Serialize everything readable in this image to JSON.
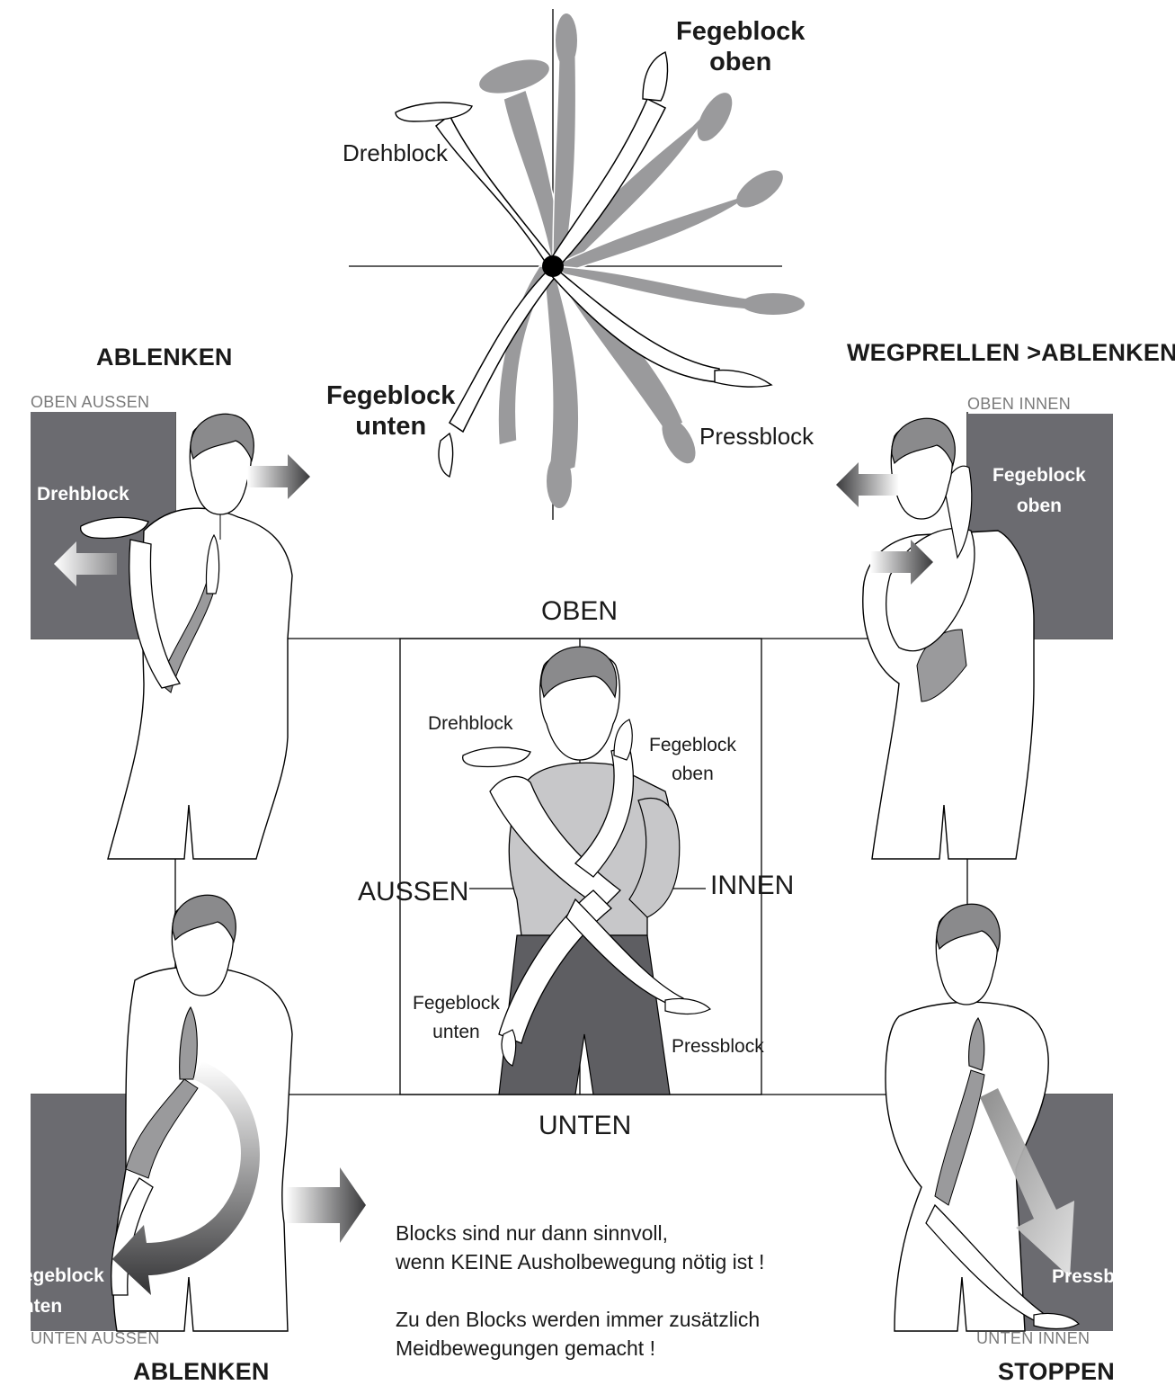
{
  "top_wheel": {
    "fegeblock_oben": [
      "Fegeblock",
      "oben"
    ],
    "drehblock": "Drehblock",
    "fegeblock_unten": [
      "Fegeblock",
      "unten"
    ],
    "pressblock": "Pressblock"
  },
  "headings": {
    "top_left": "ABLENKEN",
    "top_right": "WEGPRELLEN >ABLENKEN",
    "bottom_left": "ABLENKEN",
    "bottom_right": "STOPPEN"
  },
  "quadrants": {
    "oben_aussen": "OBEN AUSSEN",
    "oben_innen": "OBEN INNEN",
    "unten_aussen": "UNTEN AUSSEN",
    "unten_innen": "UNTEN INNEN"
  },
  "panel_labels": {
    "tl_drehblock": "Drehblock",
    "tr_fegeblock_oben": [
      "Fegeblock",
      "oben"
    ],
    "bl_fegeblock_unten": [
      "Fegeblock",
      "unten"
    ],
    "br_pressblock": "Pressblock"
  },
  "center": {
    "oben": "OBEN",
    "unten": "UNTEN",
    "aussen": "AUSSEN",
    "innen": "INNEN",
    "drehblock": "Drehblock",
    "fegeblock_oben": [
      "Fegeblock",
      "oben"
    ],
    "fegeblock_unten": [
      "Fegeblock",
      "unten"
    ],
    "pressblock": "Pressblock"
  },
  "notes": [
    "Blocks sind nur dann sinnvoll,",
    "wenn KEINE Ausholbewegung nötig ist !",
    "",
    "Zu den Blocks werden immer zusätzlich",
    "Meidbewegungen gemacht !"
  ],
  "colors": {
    "panel_dark": "#6b6b70",
    "arm_grey": "#9a9a9c",
    "hair_grey": "#8a8a8c",
    "shirt_light": "#c7c7c9",
    "pants_dark": "#5e5e62"
  }
}
